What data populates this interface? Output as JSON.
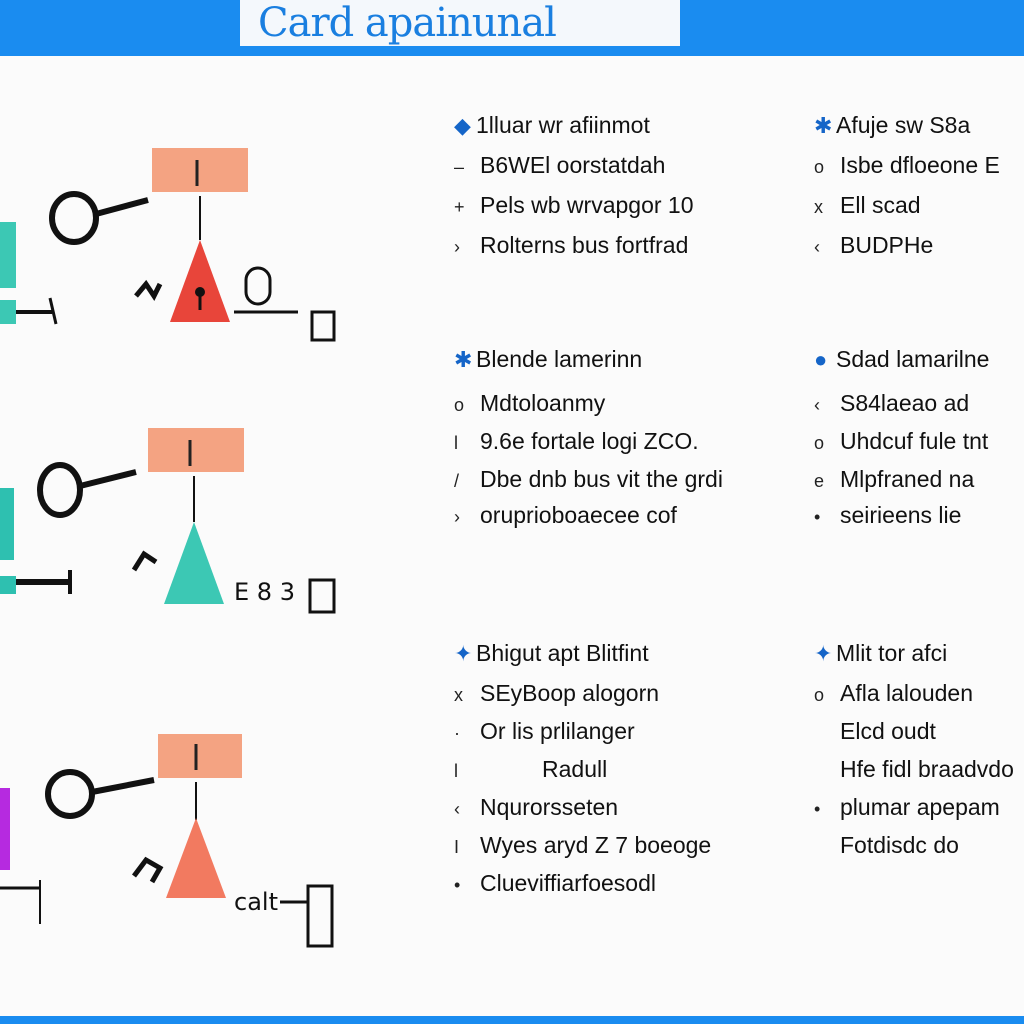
{
  "header": {
    "title": "Card apainunal"
  },
  "diagrams": [
    {
      "label": "",
      "accent": "#3cc8b4",
      "triangle": "#e8453a",
      "box": "#f4a382"
    },
    {
      "label": "E 8 3",
      "accent": "#2ec0b0",
      "triangle": "#3cc8b4",
      "box": "#f4a382"
    },
    {
      "label": "calt",
      "accent": "#b62ae0",
      "triangle": "#f27a60",
      "box": "#f4a382"
    }
  ],
  "columns": [
    {
      "blocks": [
        {
          "heading": "1lluar wr afiinmot",
          "lines": [
            "B6WEl oorstatdah",
            "Pels wb wrvapgor 10",
            "Rolterns bus fortfrad"
          ]
        },
        {
          "heading": "Blende lamerinn",
          "lines": [
            "Mdtoloanmy",
            "9.6e fortale logi ZCO.",
            "Dbe dnb bus vit the grdi",
            "oruprioboaecee cof"
          ]
        },
        {
          "heading": "Bhigut apt Blitfint",
          "lines": [
            "SEyBoop alogorn",
            "Or lis prlilanger",
            "Radull",
            "Nqurorsseten",
            "Wyes aryd Z 7 boeoge",
            "Clueviffiarfoesodl"
          ]
        }
      ]
    },
    {
      "blocks": [
        {
          "heading": "Afuje sw S8a",
          "lines": [
            "Isbe dfloeone E",
            "Ell scad",
            "BUDPHe"
          ]
        },
        {
          "heading": "Sdad lamarilne",
          "lines": [
            "S84laeao ad",
            "Uhdcuf fule tnt",
            "Mlpfraned na",
            "seirieens lie"
          ]
        },
        {
          "heading": "Mlit tor afci",
          "lines": [
            "Afla lalouden",
            "Elcd oudt",
            "Hfe fidl braadvdo",
            "plumar apepam",
            "Fotdisdc do"
          ]
        }
      ]
    }
  ],
  "colors": {
    "banner": "#1a8cf0",
    "title": "#1a7fe0",
    "marker": "#1565c8"
  }
}
